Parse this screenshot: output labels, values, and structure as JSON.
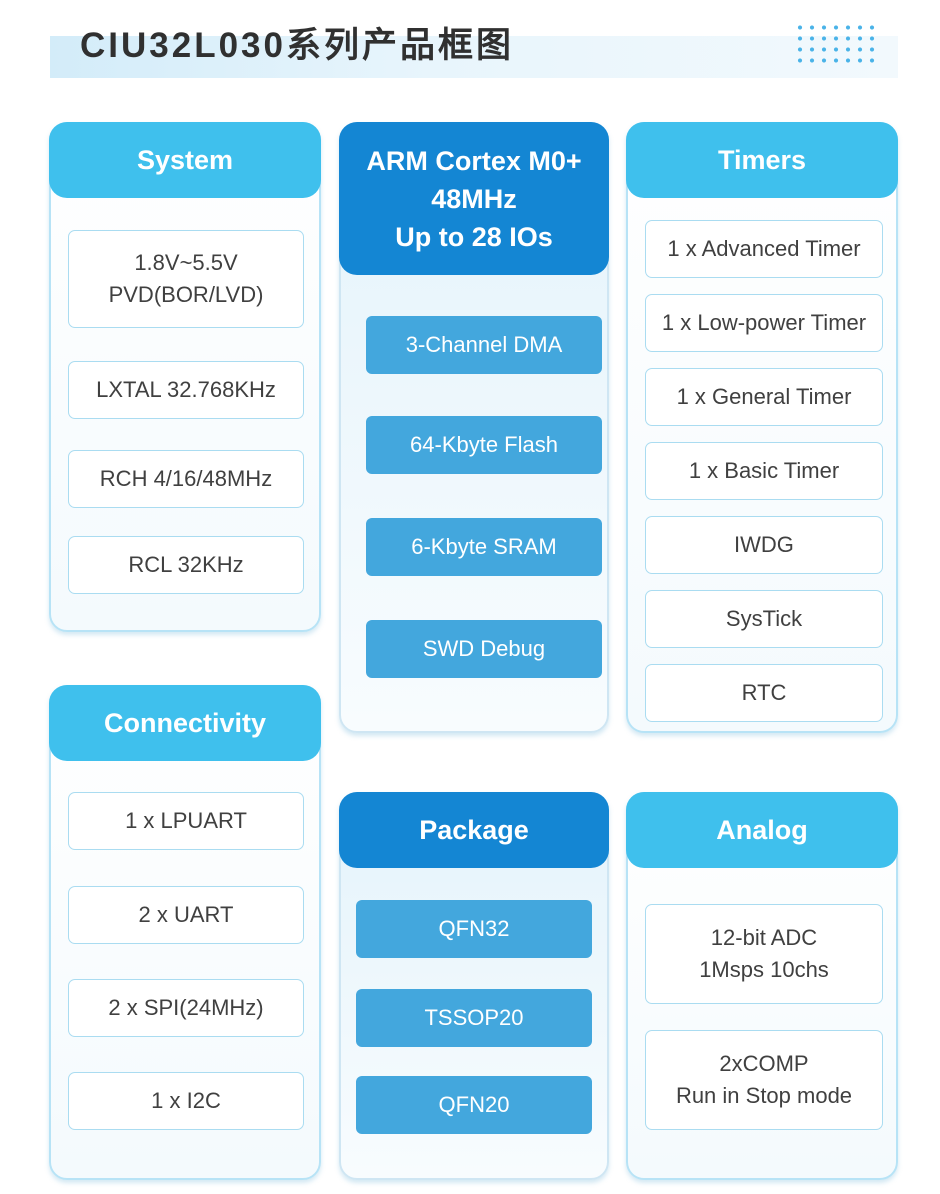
{
  "title": "CIU32L030系列产品框图",
  "system": {
    "header": "System",
    "items": [
      [
        "1.8V~5.5V",
        "PVD(BOR/LVD)"
      ],
      [
        "LXTAL 32.768KHz"
      ],
      [
        "RCH 4/16/48MHz"
      ],
      [
        "RCL 32KHz"
      ]
    ]
  },
  "core": {
    "lines": [
      "ARM Cortex M0+",
      "48MHz",
      "Up to 28 IOs"
    ],
    "items": [
      "3-Channel DMA",
      "64-Kbyte Flash",
      "6-Kbyte SRAM",
      "SWD Debug"
    ]
  },
  "timers": {
    "header": "Timers",
    "items": [
      "1 x Advanced Timer",
      "1 x Low-power Timer",
      "1 x General Timer",
      "1 x Basic Timer",
      "IWDG",
      "SysTick",
      "RTC"
    ]
  },
  "connectivity": {
    "header": "Connectivity",
    "items": [
      "1 x LPUART",
      "2 x UART",
      "2 x SPI(24MHz)",
      "1 x I2C"
    ]
  },
  "package": {
    "header": "Package",
    "items": [
      "QFN32",
      "TSSOP20",
      "QFN20"
    ]
  },
  "analog": {
    "header": "Analog",
    "items": [
      [
        "12-bit ADC",
        "1Msps 10chs"
      ],
      [
        "2xCOMP",
        "Run in Stop mode"
      ]
    ]
  },
  "colors": {
    "light_header": "#3fc0ed",
    "dark_header": "#1486d3",
    "chip": "#43a7dd",
    "item_border": "#aadcf1",
    "title_text": "#303030"
  }
}
